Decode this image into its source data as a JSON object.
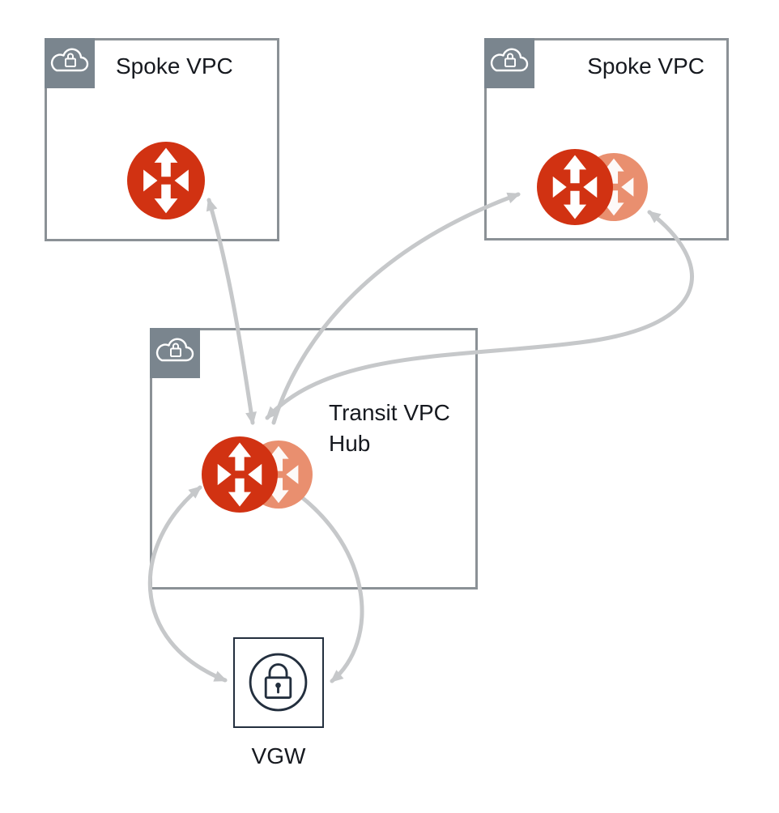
{
  "diagram": {
    "boxes": {
      "spoke_left": {
        "label": "Spoke VPC",
        "badge_icon": "cloud-lock-icon"
      },
      "spoke_right": {
        "label": "Spoke VPC",
        "badge_icon": "cloud-lock-icon"
      },
      "transit_hub": {
        "label": "Transit VPC Hub",
        "badge_icon": "cloud-lock-icon"
      }
    },
    "gateway": {
      "label": "VGW",
      "icon": "vgw-lock-icon"
    },
    "icons": {
      "vpc_badge": "cloud-lock-icon",
      "router_primary": "vpc-router-icon",
      "router_secondary": "vpc-router-icon-secondary",
      "gateway": "vgw-lock-icon"
    },
    "colors": {
      "box_border": "#8b9196",
      "badge_background": "#7a858e",
      "router_primary": "#d13212",
      "router_secondary": "#e98f6f",
      "arrow": "#c6c8ca",
      "gateway_outline": "#232f3e",
      "text": "#16191f",
      "background": "#ffffff"
    },
    "connections": [
      {
        "from": "transit-hub-router",
        "to": "spoke-left-router",
        "bidirectional": true
      },
      {
        "from": "transit-hub-router",
        "to": "spoke-right-router",
        "bidirectional": false
      },
      {
        "from": "spoke-right-router",
        "to": "transit-hub-router",
        "bidirectional": true
      },
      {
        "from": "transit-hub-router",
        "to": "vgw",
        "bidirectional": true,
        "side": "left"
      },
      {
        "from": "transit-hub-router",
        "to": "vgw",
        "bidirectional": true,
        "side": "right"
      }
    ]
  }
}
